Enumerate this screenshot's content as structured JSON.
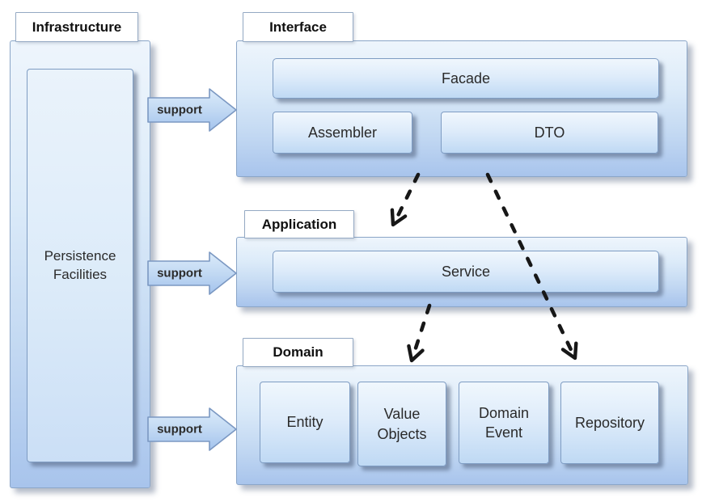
{
  "layers": {
    "infrastructure": {
      "label": "Infrastructure",
      "persistence": "Persistence\nFacilities"
    },
    "interface": {
      "label": "Interface",
      "facade": "Facade",
      "assembler": "Assembler",
      "dto": "DTO"
    },
    "application": {
      "label": "Application",
      "service": "Service"
    },
    "domain": {
      "label": "Domain",
      "entity": "Entity",
      "value_objects": "Value\nObjects",
      "domain_event": "Domain\nEvent",
      "repository": "Repository"
    }
  },
  "arrows": {
    "support": [
      {
        "label": "support"
      },
      {
        "label": "support"
      },
      {
        "label": "support"
      }
    ],
    "dashed_count": 3
  },
  "colors": {
    "background": "#ffffff",
    "container_gradient_top": "#eef5fc",
    "container_gradient_bottom": "#a8c4ec",
    "container_border": "#8ba6c8",
    "box_border": "#7e9cc3",
    "support_arrow_top": "#dcebfa",
    "support_arrow_bottom": "#a3c3ed",
    "dashed_arrow": "#171717",
    "text": "#2a2a2a"
  }
}
